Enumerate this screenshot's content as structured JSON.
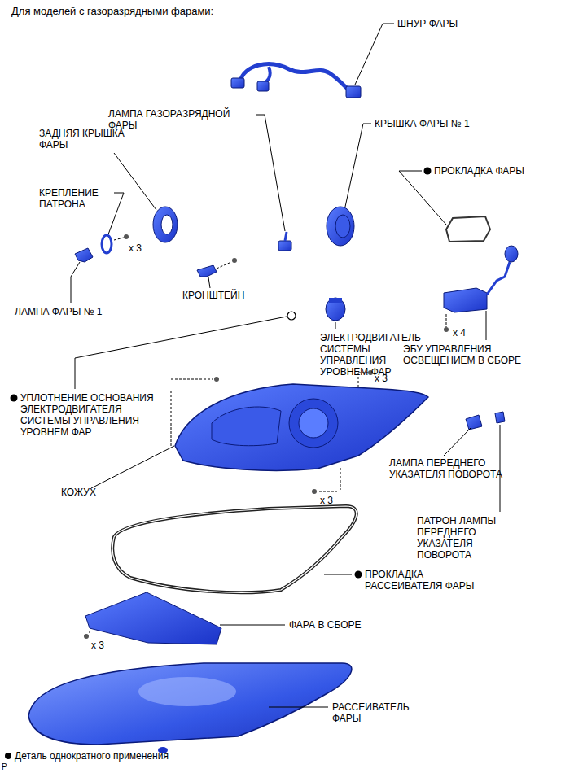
{
  "diagram": {
    "title": "Для моделей с газоразрядными фарами:",
    "labels": [
      "ШНУР ФАРЫ",
      "ЛАМПА ГАЗОРАЗРЯДНОЙ ФАРЫ",
      "КРЫШКА ФАРЫ № 1",
      "ЗАДНЯЯ КРЫШКА ФАРЫ",
      "ПРОКЛАДКА ФАРЫ",
      "КРЕПЛЕНИЕ ПАТРОНА",
      "x 3",
      "КРОНШТЕЙН",
      "ЛАМПА ФАРЫ № 1",
      "ЭЛЕКТРОДВИГАТЕЛЬ СИСТЕМЫ УПРАВЛЕНИЯ УРОВНЕМ ФАР",
      "x 4",
      "ЭБУ УПРАВЛЕНИЯ ОСВЕЩЕНИЕМ В СБОРЕ",
      "УПЛОТНЕНИЕ ОСНОВАНИЯ ЭЛЕКТРОДВИГАТЕЛЯ СИСТЕМЫ УПРАВЛЕНИЯ УРОВНЕМ ФАР",
      "x 3",
      "КОЖУХ",
      "ЛАМПА ПЕРЕДНЕГО УКАЗАТЕЛЯ ПОВОРОТА",
      "x 3",
      "ПАТРОН ЛАМПЫ ПЕРЕДНЕГО УКАЗАТЕЛЯ ПОВОРОТА",
      "ПРОКЛАДКА РАССЕИВАТЕЛЯ ФАРЫ",
      "ФАРА В СБОРЕ",
      "x 3",
      "РАССЕИВАТЕЛЬ ФАРЫ",
      "P"
    ],
    "legend": [
      {
        "text": "Деталь однократного применения"
      }
    ]
  }
}
